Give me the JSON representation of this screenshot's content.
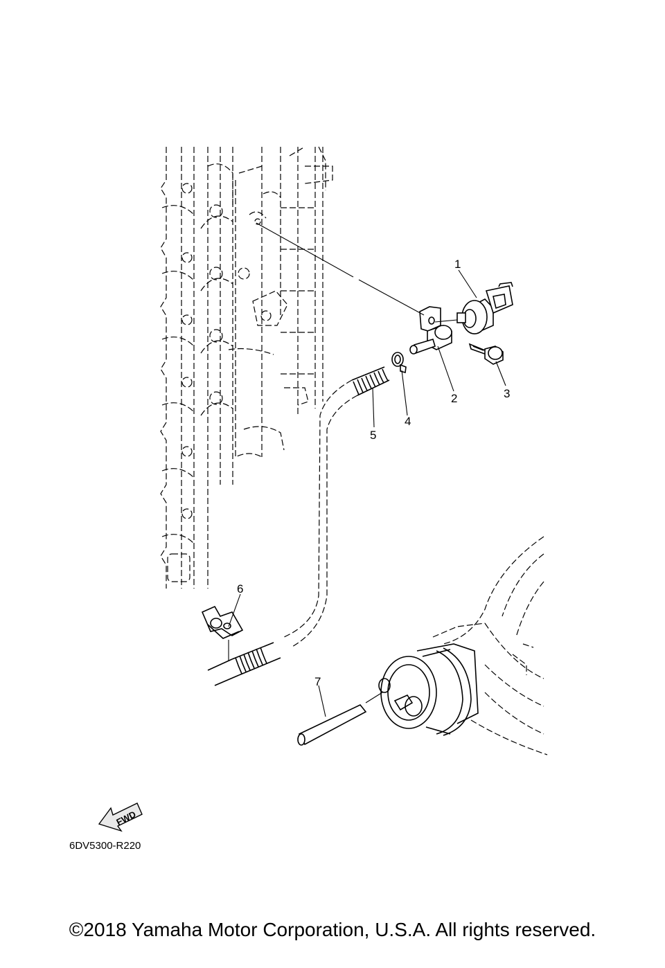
{
  "callouts": [
    {
      "number": "1"
    },
    {
      "number": "2"
    },
    {
      "number": "3"
    },
    {
      "number": "4"
    },
    {
      "number": "5"
    },
    {
      "number": "6"
    },
    {
      "number": "7"
    }
  ],
  "direction_marker": {
    "label": "FWD",
    "icon": "fwd-arrow-icon"
  },
  "reference_code": "6DV5300-R220",
  "copyright": "©2018 Yamaha Motor Corporation, U.S.A. All rights reserved."
}
